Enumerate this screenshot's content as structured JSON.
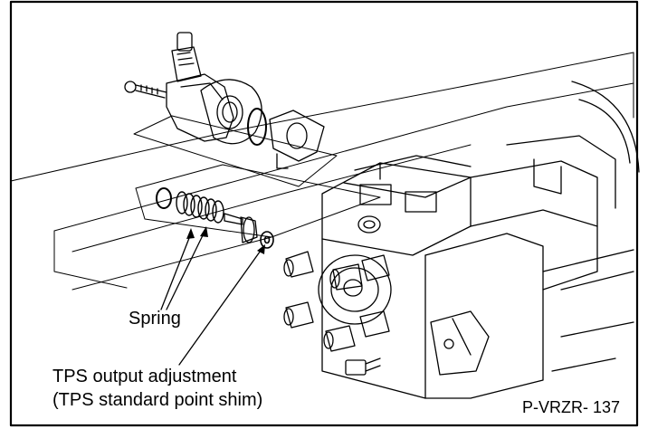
{
  "callouts": {
    "spring": "Spring",
    "tps_adjustment_line1": "TPS output adjustment",
    "tps_adjustment_line2": "(TPS standard point shim)"
  },
  "figure_id": "P-VRZR-  137",
  "colors": {
    "ink": "#000000",
    "paper": "#ffffff"
  }
}
